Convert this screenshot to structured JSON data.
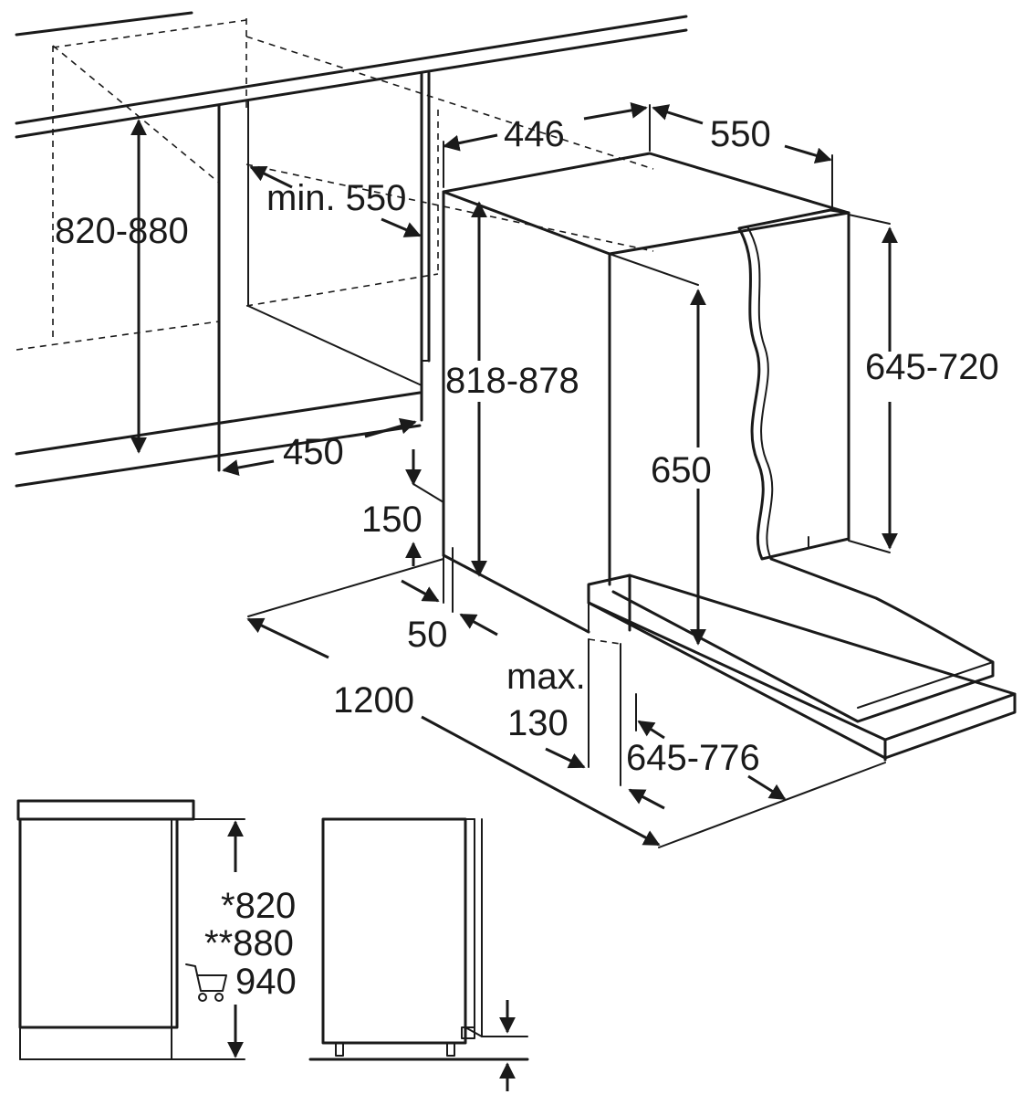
{
  "dimensions": {
    "cabinet_height": "820-880",
    "opening_depth_min": "min. 550",
    "opening_width": "450",
    "appliance_width": "446",
    "appliance_depth": "550",
    "appliance_height": "818-878",
    "door_height": "645-720",
    "door_open": "650",
    "plinth_height": "150",
    "plinth_gap": "50",
    "total_clearance": "1200",
    "plinth_max_label": "max.",
    "plinth_max_value": "130",
    "door_range": "645-776"
  },
  "side_view": {
    "height_1": "*820",
    "height_2": "**880",
    "height_3": "940"
  },
  "icons": {
    "cart": "shopping-cart-icon"
  }
}
